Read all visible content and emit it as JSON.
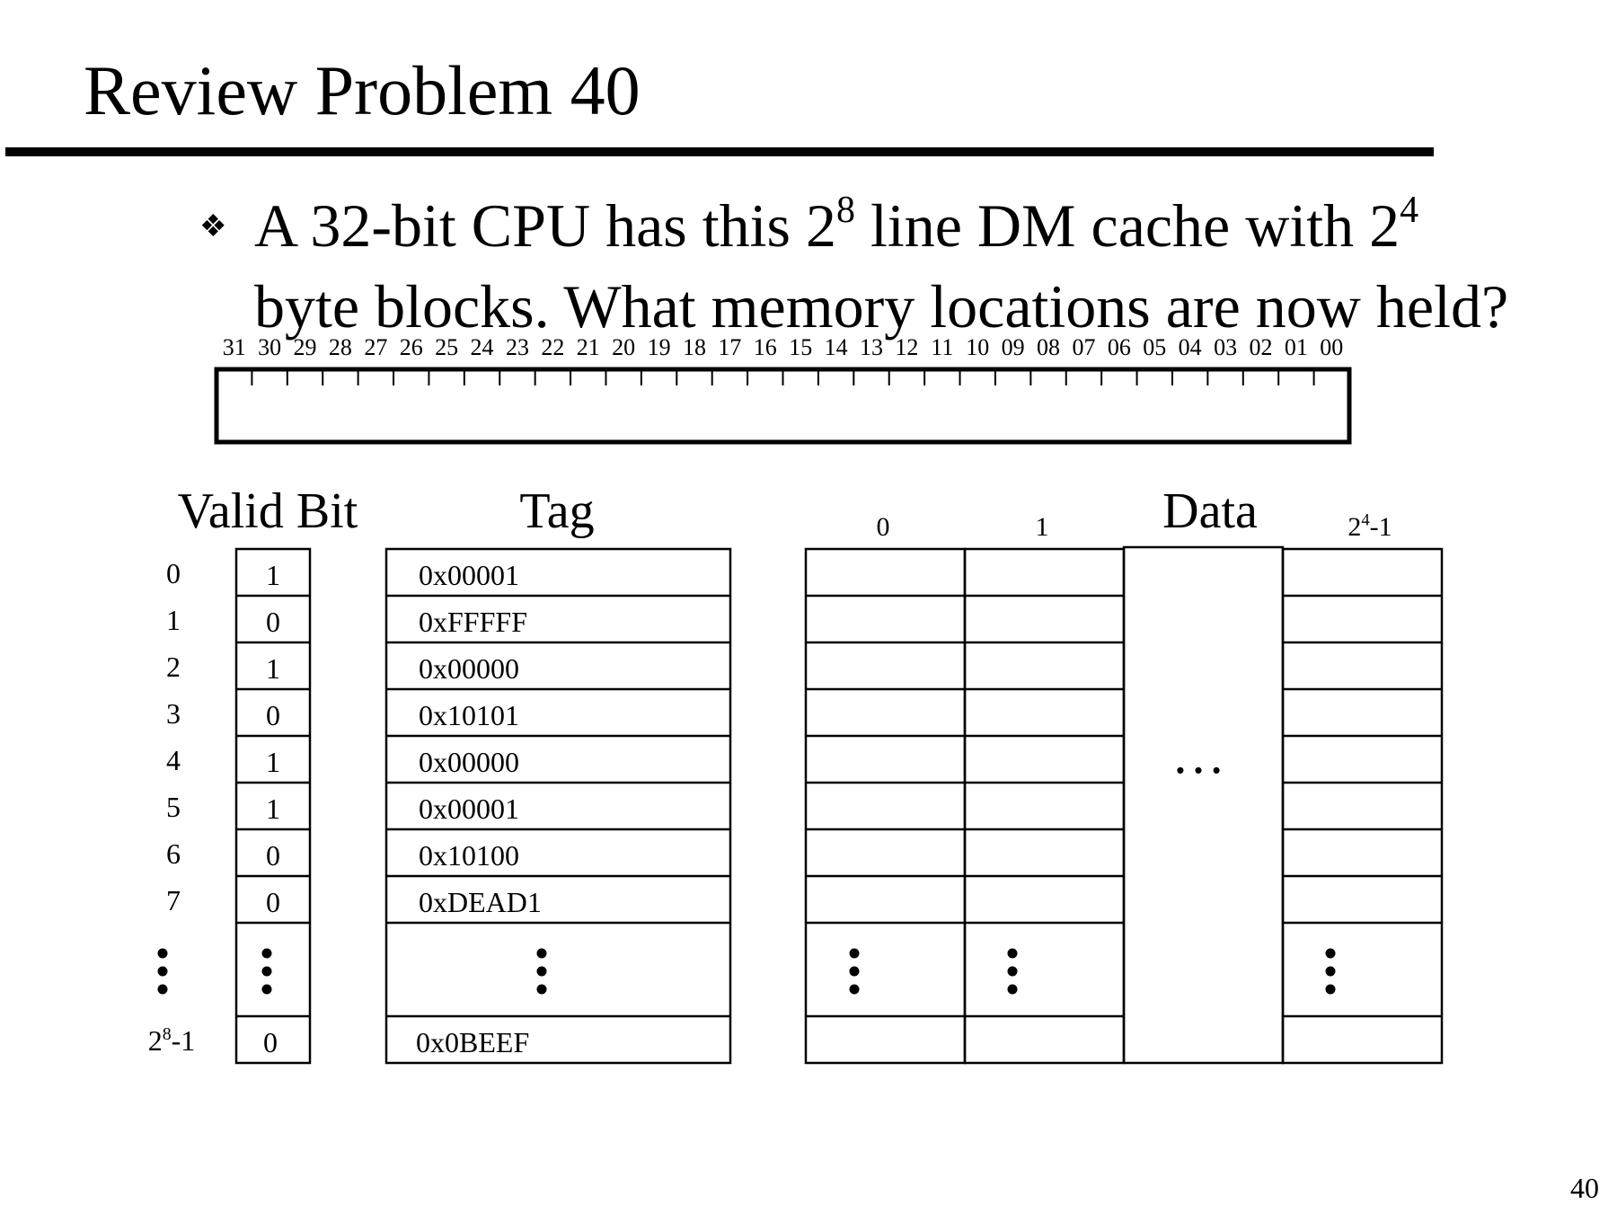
{
  "title": "Review Problem 40",
  "bullet": {
    "pre": "A 32-bit CPU has this 2",
    "exp1": "8",
    "mid": " line DM cache with 2",
    "exp2": "4",
    "line2": "byte blocks.  What memory locations are now held?"
  },
  "address_bits": [
    "31",
    "30",
    "29",
    "28",
    "27",
    "26",
    "25",
    "24",
    "23",
    "22",
    "21",
    "20",
    "19",
    "18",
    "17",
    "16",
    "15",
    "14",
    "13",
    "12",
    "11",
    "10",
    "09",
    "08",
    "07",
    "06",
    "05",
    "04",
    "03",
    "02",
    "01",
    "00"
  ],
  "headers": {
    "valid": "Valid Bit",
    "tag": "Tag",
    "data": "Data",
    "data_col0": "0",
    "data_col1": "1",
    "data_last_base": "2",
    "data_last_exp": "4",
    "data_last_suffix": "-1"
  },
  "cache_rows": [
    {
      "index": "0",
      "valid": "1",
      "tag": "0x00001"
    },
    {
      "index": "1",
      "valid": "0",
      "tag": "0xFFFFF"
    },
    {
      "index": "2",
      "valid": "1",
      "tag": "0x00000"
    },
    {
      "index": "3",
      "valid": "0",
      "tag": "0x10101"
    },
    {
      "index": "4",
      "valid": "1",
      "tag": "0x00000"
    },
    {
      "index": "5",
      "valid": "1",
      "tag": "0x00001"
    },
    {
      "index": "6",
      "valid": "0",
      "tag": "0x10100"
    },
    {
      "index": "7",
      "valid": "0",
      "tag": "0xDEAD1"
    }
  ],
  "last_row": {
    "index_base": "2",
    "index_exp": "8",
    "index_suffix": "-1",
    "valid": "0",
    "tag": "0x0BEEF"
  },
  "data_ellipsis": "…",
  "page_number": "40"
}
